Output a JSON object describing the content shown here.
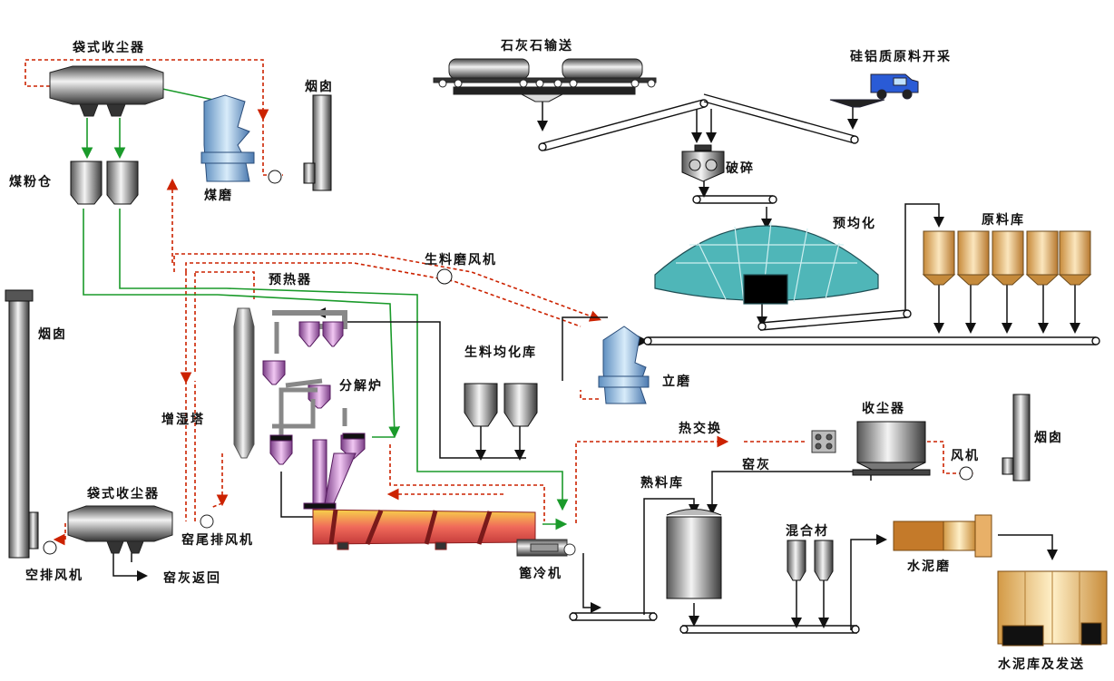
{
  "labels": {
    "baghouse_top": "袋式收尘器",
    "chimney_top": "烟囱",
    "coal_bin": "煤粉仓",
    "coal_mill": "煤磨",
    "limestone": "石灰石输送",
    "silica": "硅铝质原料开采",
    "crusher": "破碎",
    "prehomo": "预均化",
    "raw_silo": "原料库",
    "raw_fan": "生料磨风机",
    "preheater": "预热器",
    "chimney_left": "烟囱",
    "homo_silo": "生料均化库",
    "vertical_mill": "立磨",
    "calciner": "分解炉",
    "humid_tower": "增湿塔",
    "heat_ex": "热交换",
    "dust_right": "收尘器",
    "chimney_right": "烟囱",
    "fan_right": "风机",
    "kiln_ash": "窑灰",
    "clinker_silo": "熟料库",
    "baghouse_bottom": "袋式收尘器",
    "kiln_tail_fan": "窑尾排风机",
    "air_fan": "空排风机",
    "ash_return": "窑灰返回",
    "cooler": "篦冷机",
    "admixture": "混合材",
    "cement_mill": "水泥磨",
    "cement_silo": "水泥库及发送"
  },
  "colors": {
    "gas_line": "#cc2200",
    "coal_line": "#1a9a2a",
    "material_line": "#111111",
    "kiln": "#f06060",
    "preheater": "#cc77cc",
    "mill": "#9ec6e8",
    "dome": "#4fb6b8",
    "silo": "#f1c27d"
  }
}
